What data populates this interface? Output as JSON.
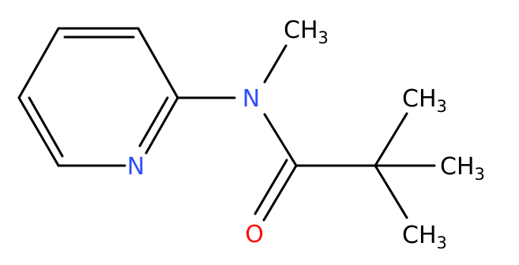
{
  "molecule": {
    "atoms": {
      "n_ring": "N",
      "n_amide": "N",
      "o_carbonyl": "O",
      "ch3_n": {
        "main": "CH",
        "sub": "3"
      },
      "ch3_top": {
        "main": "CH",
        "sub": "3"
      },
      "ch3_right": {
        "main": "CH",
        "sub": "3"
      },
      "ch3_bottom": {
        "main": "CH",
        "sub": "3"
      }
    },
    "colors": {
      "nitrogen": "#3050f8",
      "oxygen": "#ff0d0d",
      "bond": "#000000",
      "carbon_label": "#000000"
    }
  }
}
